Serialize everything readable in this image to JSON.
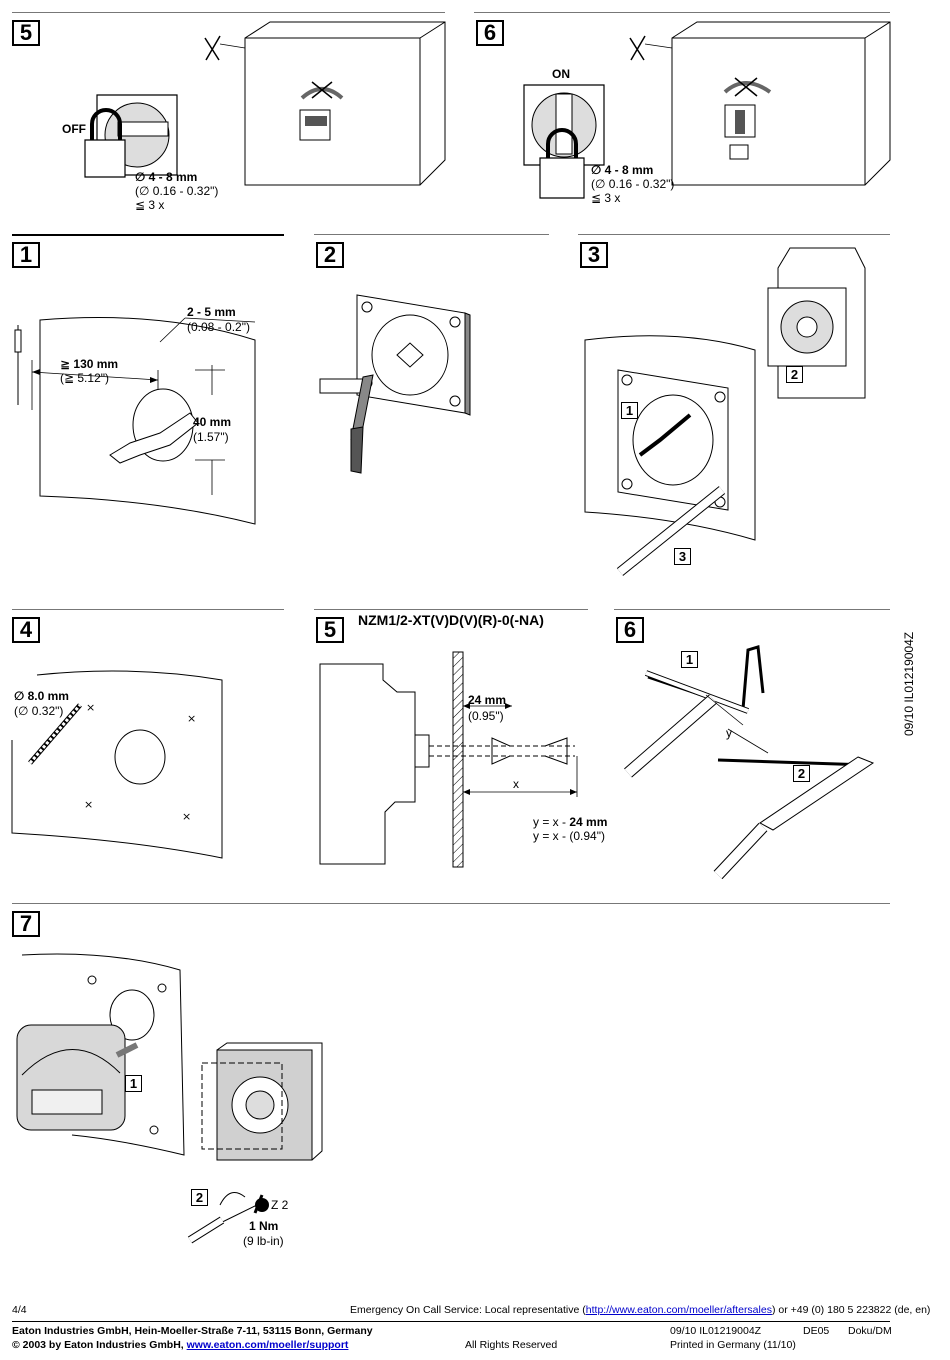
{
  "steps": {
    "top_left": "5",
    "top_right": "6",
    "s1": "1",
    "s2": "2",
    "s3": "3",
    "s4": "4",
    "s5": "5",
    "s6": "6",
    "s7": "7"
  },
  "lock_left": {
    "state": "OFF",
    "diameter": "∅ 4 - 8 mm",
    "diameter_in": "(∅ 0.16 - 0.32\")",
    "count": "≦ 3 x"
  },
  "lock_right": {
    "state": "ON",
    "diameter": "∅ 4 - 8 mm",
    "diameter_in": "(∅ 0.16 - 0.32\")",
    "count": "≦ 3 x"
  },
  "step1": {
    "thickness": "2 - 5 mm",
    "thickness_in": "(0.08 - 0.2\")",
    "distance": "≧ 130 mm",
    "distance_in": "(≧ 5.12\")",
    "height": "40 mm",
    "height_in": "(1.57\")"
  },
  "step3": {
    "c1": "1",
    "c2": "2",
    "c3": "3"
  },
  "step4": {
    "drill": "∅ 8.0 mm",
    "drill_in": "(∅ 0.32\")"
  },
  "step5": {
    "model": "NZM1/2-XT(V)D(V)(R)-0(-NA)",
    "dim": "24 mm",
    "dim_in": "(0.95\")",
    "x": "x",
    "formula1_pre": "y = x - ",
    "formula1_bold": "24 mm",
    "formula2": "y = x - (0.94\")"
  },
  "step6": {
    "c1": "1",
    "c2": "2",
    "y": "y"
  },
  "step7": {
    "c1": "1",
    "c2": "2",
    "driver": "Z 2",
    "torque": "1 Nm",
    "torque_in": "(9 lb-in)"
  },
  "side_code": "09/10 IL01219004Z",
  "footer": {
    "page": "4/4",
    "emergency_pre": "Emergency On Call Service: Local representative (",
    "emergency_link": "http://www.eaton.com/moeller/aftersales",
    "emergency_post": ") or +49 (0) 180 5 223822 (de, en)",
    "company": "Eaton Industries GmbH, Hein-Moeller-Straße 7-11, 53115 Bonn, Germany",
    "copyright_pre": "© 2003 by Eaton Industries GmbH, ",
    "copyright_link": "www.eaton.com/moeller/support",
    "rights": "All Rights Reserved",
    "doc": "09/10 IL01219004Z",
    "printed": "Printed in Germany (11/10)",
    "code": "DE05",
    "doku": "Doku/DM"
  }
}
